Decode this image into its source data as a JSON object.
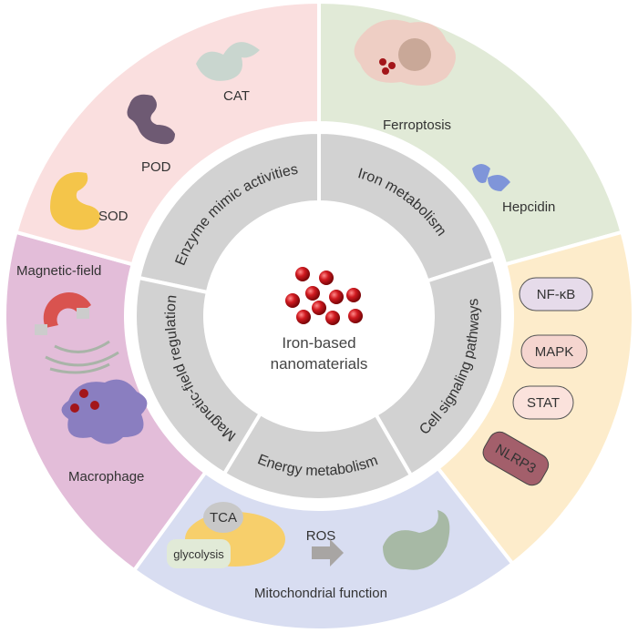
{
  "center": {
    "line1": "Iron-based",
    "line2": "nanomaterials"
  },
  "ring": [
    {
      "key": "enzyme",
      "label": "Enzyme mimic activities"
    },
    {
      "key": "iron",
      "label": "Iron metabolism"
    },
    {
      "key": "cell",
      "label": "Cell signaling pathways"
    },
    {
      "key": "energy",
      "label": "Energy metabolism"
    },
    {
      "key": "magnetic",
      "label": "Magnetic-field regulation"
    }
  ],
  "outer": {
    "enzyme": {
      "color": "#fadfdf",
      "items": [
        "CAT",
        "POD",
        "SOD"
      ]
    },
    "iron": {
      "color": "#e1ead7",
      "items": [
        "Ferroptosis",
        "Hepcidin"
      ]
    },
    "cell": {
      "color": "#fdeccb",
      "items": [
        "NF-κB",
        "MAPK",
        "STAT",
        "NLRP3"
      ]
    },
    "energy": {
      "color": "#d8ddf1",
      "items": [
        "TCA",
        "glycolysis",
        "ROS",
        "Mitochondrial function"
      ]
    },
    "magnetic": {
      "color": "#e3bdd9",
      "items": [
        "Magnetic-field",
        "Macrophage"
      ]
    }
  },
  "colors": {
    "ring": "#d2d2d2",
    "nanoparticle": "#c0151b"
  }
}
